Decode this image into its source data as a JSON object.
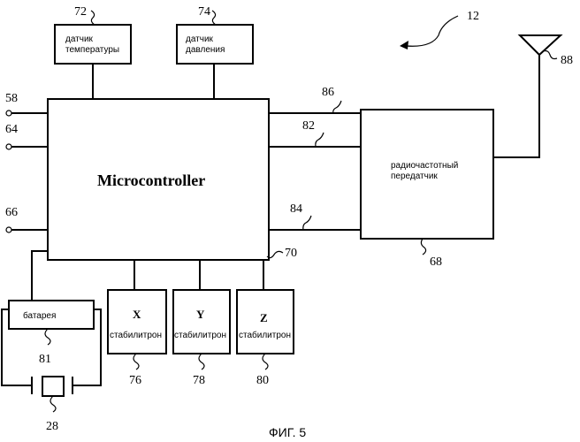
{
  "sensors": {
    "temperature": "датчик температуры",
    "temperature_line1": "датчик",
    "temperature_line2": "температуры",
    "pressure_line1": "датчик",
    "pressure_line2": "давления"
  },
  "main": {
    "microcontroller": "Microcontroller",
    "rf_line1": "радиочастотный",
    "rf_line2": "передатчик"
  },
  "battery": "батарея",
  "zeners": {
    "x_letter": "X",
    "y_letter": "Y",
    "z_letter": "Z",
    "word": "стабилитрон"
  },
  "refs": {
    "r72": "72",
    "r74": "74",
    "r12": "12",
    "r88": "88",
    "r58": "58",
    "r64": "64",
    "r66": "66",
    "r86": "86",
    "r82": "82",
    "r84": "84",
    "r70": "70",
    "r68": "68",
    "r81": "81",
    "r76": "76",
    "r78": "78",
    "r80": "80",
    "r28": "28"
  },
  "caption": "ФИГ. 5"
}
